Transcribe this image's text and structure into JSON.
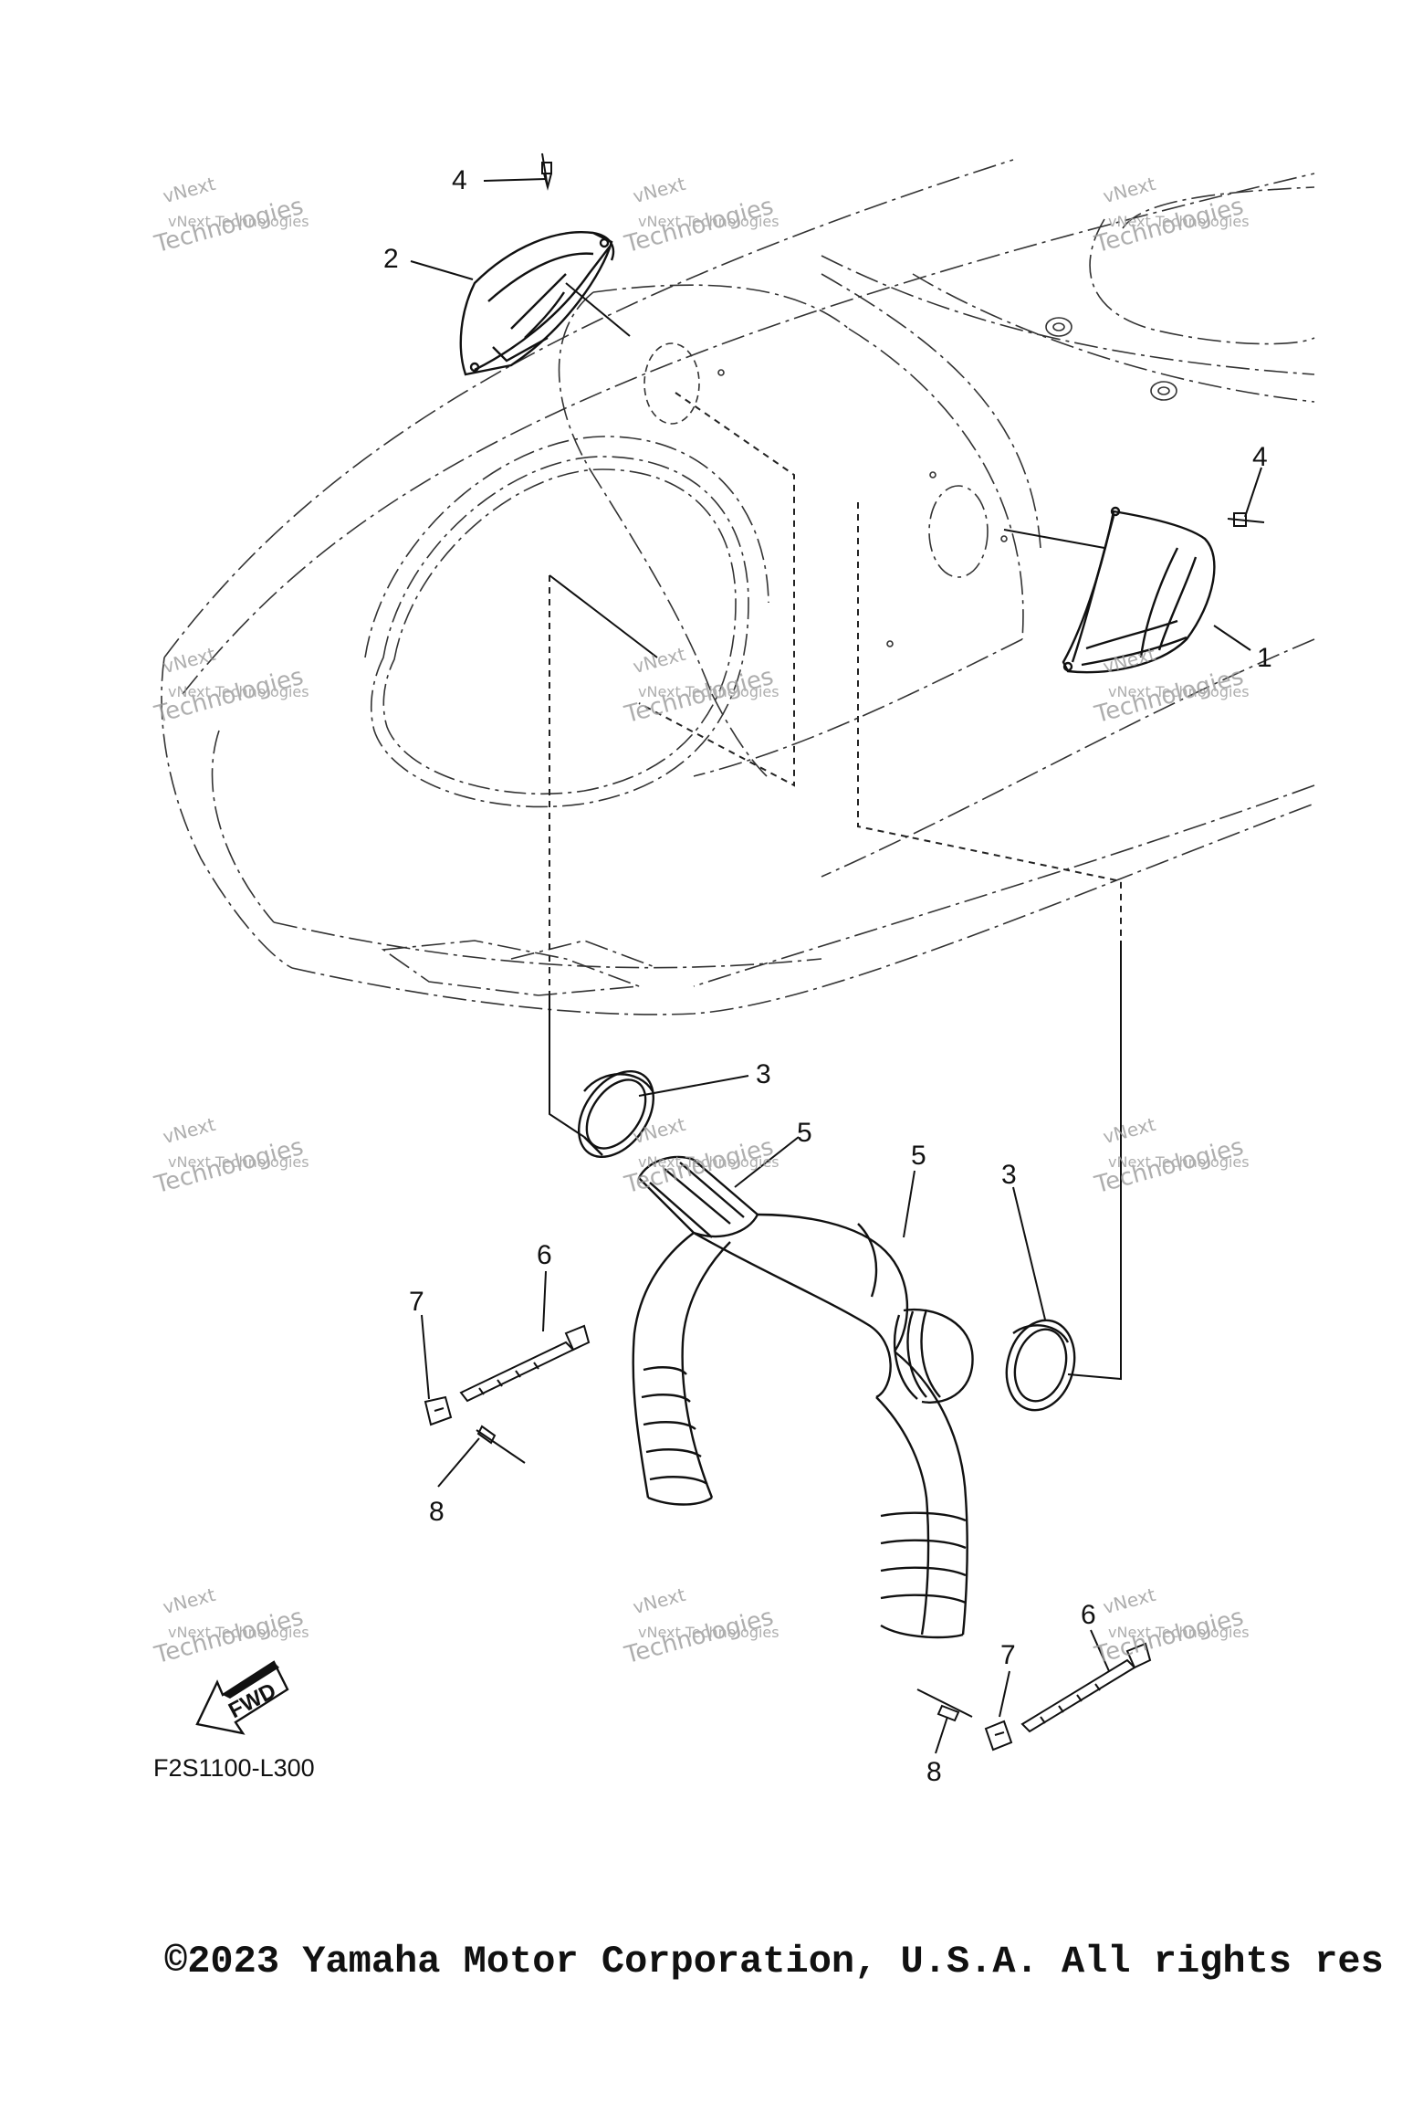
{
  "callouts": {
    "c1": "1",
    "c2": "2",
    "c3a": "3",
    "c3b": "3",
    "c4a": "4",
    "c4b": "4",
    "c5a": "5",
    "c5b": "5",
    "c6a": "6",
    "c6b": "6",
    "c7a": "7",
    "c7b": "7",
    "c8a": "8",
    "c8b": "8"
  },
  "fwd_label": "FWD",
  "diagram_code": "F2S1100-L300",
  "copyright": "©2023 Yamaha Motor Corporation, U.S.A. All rights res",
  "watermark": {
    "line1": "vNext Technologies",
    "line2": "Technologies",
    "line3": "vNext"
  }
}
